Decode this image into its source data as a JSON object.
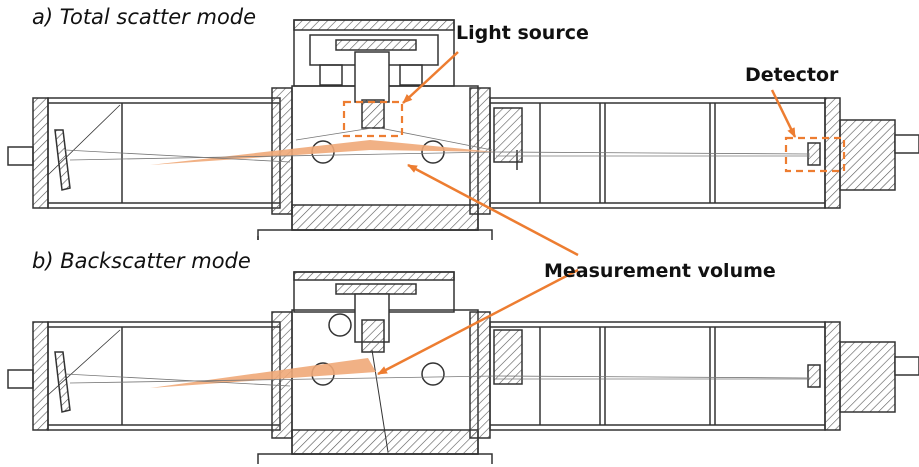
{
  "panels": {
    "a": {
      "title": "a) Total scatter mode"
    },
    "b": {
      "title": "b) Backscatter mode"
    }
  },
  "labels": {
    "light_source": "Light source",
    "detector": "Detector",
    "measurement_volume": "Measurement volume"
  },
  "colors": {
    "line": "#333333",
    "hatch": "#555555",
    "beam": "#f0a878",
    "callout": "#ed7d31"
  }
}
